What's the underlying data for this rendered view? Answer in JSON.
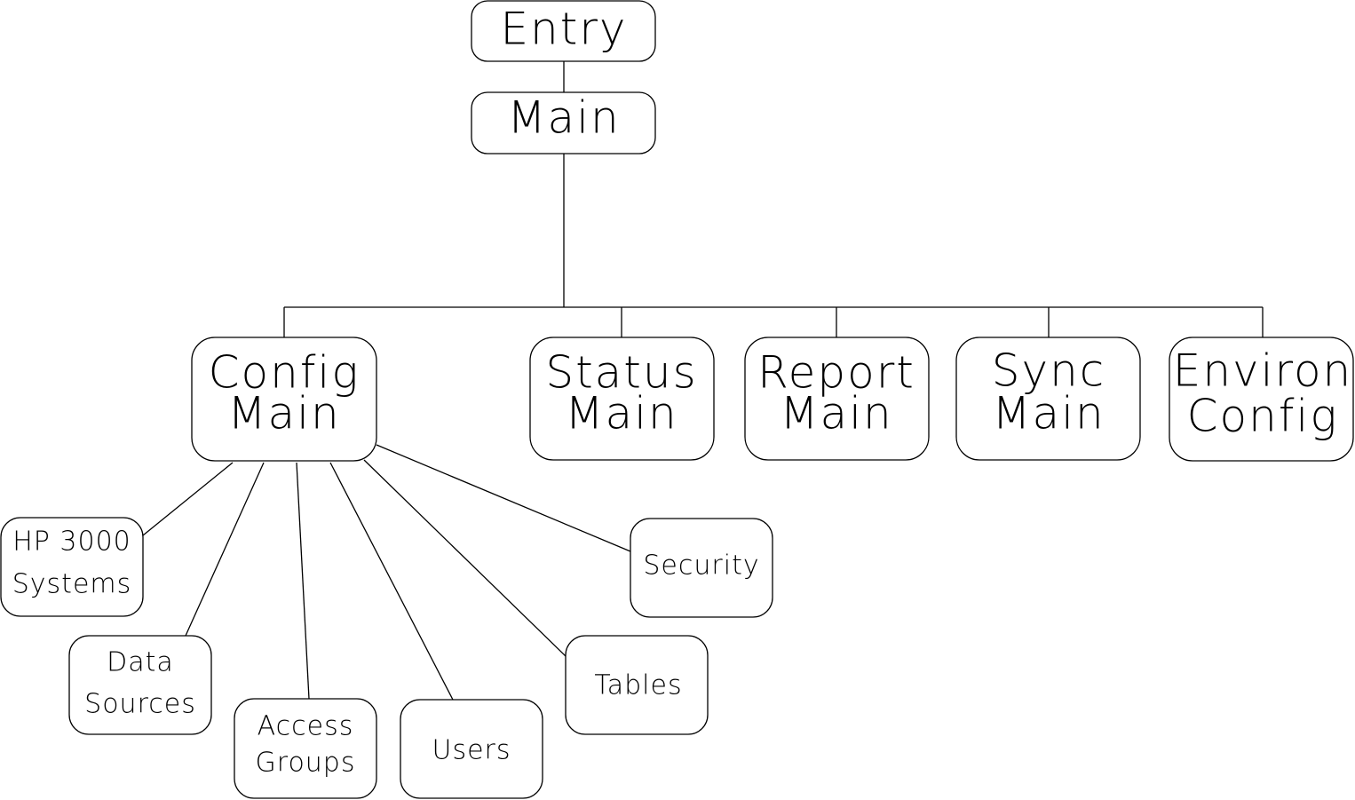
{
  "diagram": {
    "nodes": {
      "entry": [
        "Entry"
      ],
      "main": [
        "Main"
      ],
      "config_main": [
        "Config",
        "Main"
      ],
      "status_main": [
        "Status",
        "Main"
      ],
      "report_main": [
        "Report",
        "Main"
      ],
      "sync_main": [
        "Sync",
        "Main"
      ],
      "environ_config": [
        "Environ",
        "Config"
      ],
      "hp3000_systems": [
        "HP 3000",
        "Systems"
      ],
      "data_sources": [
        "Data",
        "Sources"
      ],
      "access_groups": [
        "Access",
        "Groups"
      ],
      "users": [
        "Users"
      ],
      "tables": [
        "Tables"
      ],
      "security": [
        "Security"
      ]
    },
    "edges": [
      [
        "entry",
        "main"
      ],
      [
        "main",
        "config_main"
      ],
      [
        "main",
        "status_main"
      ],
      [
        "main",
        "report_main"
      ],
      [
        "main",
        "sync_main"
      ],
      [
        "main",
        "environ_config"
      ],
      [
        "config_main",
        "hp3000_systems"
      ],
      [
        "config_main",
        "data_sources"
      ],
      [
        "config_main",
        "access_groups"
      ],
      [
        "config_main",
        "users"
      ],
      [
        "config_main",
        "tables"
      ],
      [
        "config_main",
        "security"
      ]
    ],
    "colors": {
      "line": "#000000",
      "fill": "#ffffff",
      "text": "#000000"
    }
  }
}
